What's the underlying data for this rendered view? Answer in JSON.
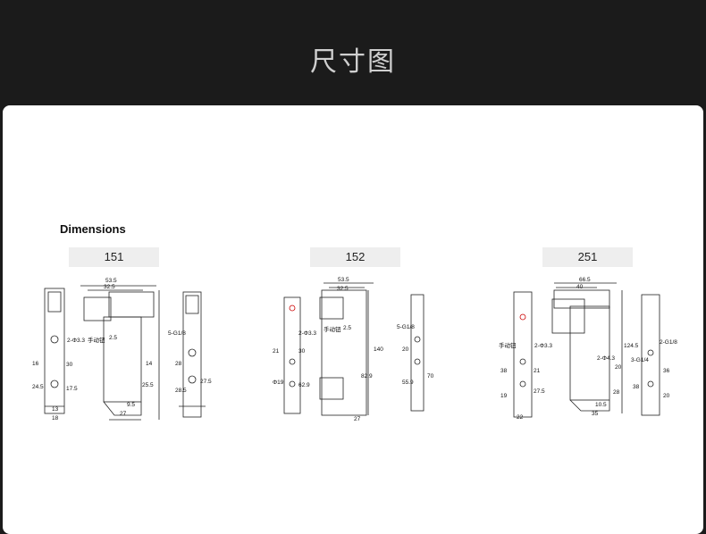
{
  "header": {
    "title": "尺寸图",
    "background": "#1b1b1b"
  },
  "card": {
    "background": "#ffffff"
  },
  "dimensions_heading": "Dimensions",
  "models": [
    {
      "label": "151",
      "dims": [
        "53.5",
        "32.5",
        "2-Φ3.3",
        "手动钮",
        "2.5",
        "30",
        "16",
        "24.5",
        "17.5",
        "13",
        "18",
        "25.5",
        "14",
        "27",
        "9.5",
        "5-G1/8",
        "28",
        "28.5",
        "27.5"
      ]
    },
    {
      "label": "152",
      "dims": [
        "53.5",
        "32.5",
        "2-Φ3.3",
        "手动钮",
        "2.5",
        "5-G1/8",
        "30",
        "21",
        "Φ19",
        "62.9",
        "140",
        "82.9",
        "20",
        "55.9",
        "70",
        "27"
      ]
    },
    {
      "label": "251",
      "dims": [
        "66.5",
        "40",
        "手动钮",
        "2-Φ3.3",
        "2-Φ4.3",
        "124.5",
        "2-G1/8",
        "3-G1/4",
        "38",
        "21",
        "27.5",
        "19",
        "28",
        "20",
        "10.5",
        "35",
        "22",
        "38",
        "36",
        "20"
      ]
    }
  ]
}
